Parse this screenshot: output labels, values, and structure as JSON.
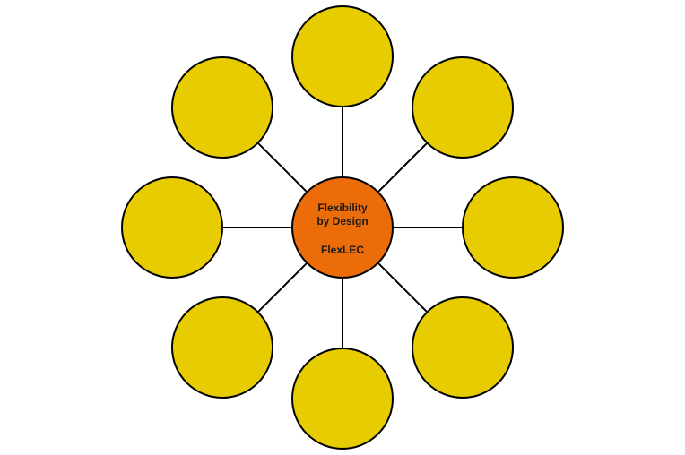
{
  "diagram": {
    "hub": {
      "line1": "Flexibility",
      "line2": "by Design",
      "line3": "FlexLEC",
      "fill_color": "#ec6c0a"
    },
    "spokes": [
      {
        "name": "top"
      },
      {
        "name": "upper-right"
      },
      {
        "name": "right"
      },
      {
        "name": "lower-right"
      },
      {
        "name": "bottom"
      },
      {
        "name": "lower-left"
      },
      {
        "name": "left"
      },
      {
        "name": "upper-left"
      }
    ],
    "node_color": "#e6cc00",
    "stroke_color": "#000000"
  }
}
